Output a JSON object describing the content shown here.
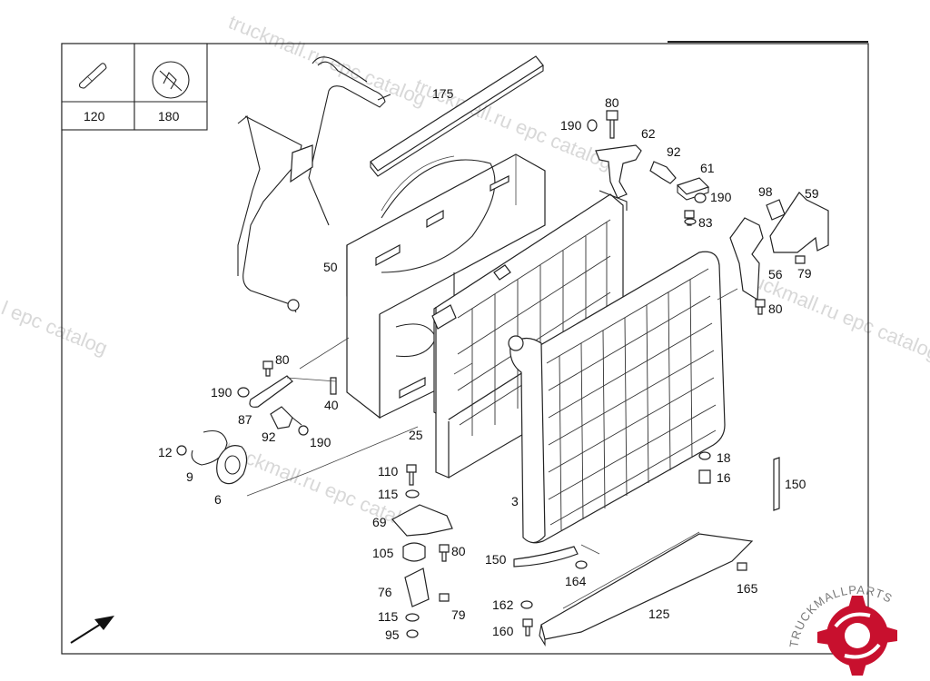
{
  "watermark": {
    "texts": [
      "truckmall.ru epc catalog",
      "truckmall.ru epc catalog",
      "l epc catalog",
      "truckmall.ru epc catalog",
      "truckmall.ru epc catalog"
    ]
  },
  "legend": {
    "boxes": [
      {
        "label": "120",
        "icon": "hose-pipe-icon"
      },
      {
        "label": "180",
        "icon": "clamp-ring-icon"
      }
    ]
  },
  "parts": [
    {
      "id": "175"
    },
    {
      "id": "80"
    },
    {
      "id": "190"
    },
    {
      "id": "62"
    },
    {
      "id": "92"
    },
    {
      "id": "61"
    },
    {
      "id": "190"
    },
    {
      "id": "98"
    },
    {
      "id": "59"
    },
    {
      "id": "83"
    },
    {
      "id": "50"
    },
    {
      "id": "56"
    },
    {
      "id": "79"
    },
    {
      "id": "80"
    },
    {
      "id": "80"
    },
    {
      "id": "190"
    },
    {
      "id": "40"
    },
    {
      "id": "87"
    },
    {
      "id": "92"
    },
    {
      "id": "190"
    },
    {
      "id": "25"
    },
    {
      "id": "12"
    },
    {
      "id": "9"
    },
    {
      "id": "6"
    },
    {
      "id": "18"
    },
    {
      "id": "16"
    },
    {
      "id": "110"
    },
    {
      "id": "115"
    },
    {
      "id": "150"
    },
    {
      "id": "3"
    },
    {
      "id": "69"
    },
    {
      "id": "105"
    },
    {
      "id": "80"
    },
    {
      "id": "150"
    },
    {
      "id": "164"
    },
    {
      "id": "165"
    },
    {
      "id": "76"
    },
    {
      "id": "79"
    },
    {
      "id": "162"
    },
    {
      "id": "115"
    },
    {
      "id": "125"
    },
    {
      "id": "95"
    },
    {
      "id": "160"
    }
  ],
  "brand": {
    "logo_text": "TRUCKMALLPARTS",
    "color_primary": "#c8102e",
    "color_secondary": "#7a7a7a",
    "icon": "gear-logo-icon"
  },
  "direction_arrow": {
    "icon": "direction-arrow-icon"
  }
}
